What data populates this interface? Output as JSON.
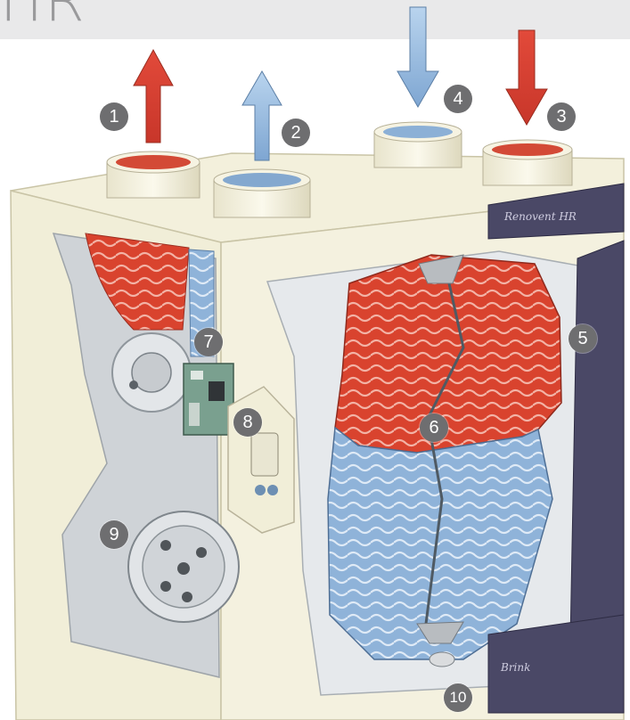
{
  "header": {
    "title": "HR"
  },
  "callouts": [
    {
      "id": "1",
      "label": "1"
    },
    {
      "id": "2",
      "label": "2"
    },
    {
      "id": "3",
      "label": "3"
    },
    {
      "id": "4",
      "label": "4"
    },
    {
      "id": "5",
      "label": "5"
    },
    {
      "id": "6",
      "label": "6"
    },
    {
      "id": "7",
      "label": "7"
    },
    {
      "id": "8",
      "label": "8"
    },
    {
      "id": "9",
      "label": "9"
    },
    {
      "id": "10",
      "label": "10"
    }
  ],
  "unit": {
    "brand_top": "Renovent HR",
    "brand_bottom": "Brink",
    "colors": {
      "warm_air": "#d8422f",
      "cold_air": "#8fb7de",
      "casing": "#f2efd9",
      "front_panel": "#4a4866",
      "callout": "#6e6e70"
    }
  }
}
